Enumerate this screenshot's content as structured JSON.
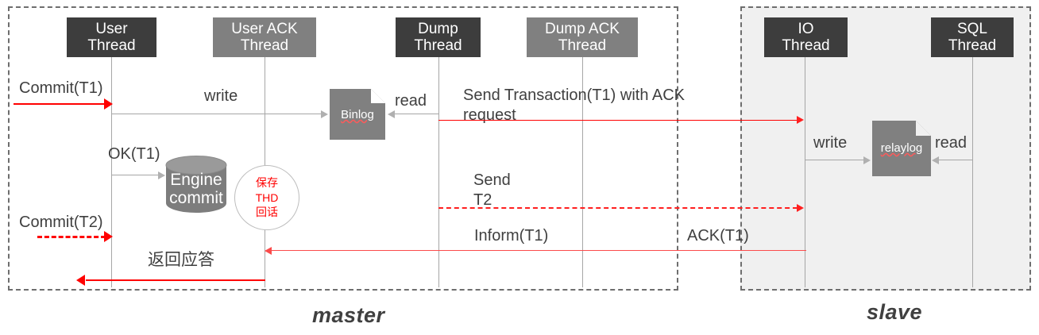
{
  "panels": {
    "master": {
      "label": "master"
    },
    "slave": {
      "label": "slave"
    }
  },
  "threads": [
    {
      "id": "user-thread",
      "label": "User\nThread",
      "side": "master",
      "style": "dark"
    },
    {
      "id": "user-ack-thread",
      "label": "User ACK\nThread",
      "side": "master",
      "style": "grey"
    },
    {
      "id": "dump-thread",
      "label": "Dump\nThread",
      "side": "master",
      "style": "dark"
    },
    {
      "id": "dump-ack-thread",
      "label": "Dump ACK\nThread",
      "side": "master",
      "style": "grey"
    },
    {
      "id": "io-thread",
      "label": "IO\nThread",
      "side": "slave",
      "style": "dark"
    },
    {
      "id": "sql-thread",
      "label": "SQL\nThread",
      "side": "slave",
      "style": "dark"
    }
  ],
  "stores": [
    {
      "id": "binlog",
      "label": "Binlog"
    },
    {
      "id": "relaylog",
      "label": "relaylog"
    }
  ],
  "engine": {
    "label": "Engine\ncommit"
  },
  "thd_circle": {
    "label": "保存\nTHD\n回话"
  },
  "messages": [
    {
      "id": "commit-t1",
      "label": "Commit(T1)",
      "style": "solid-red"
    },
    {
      "id": "write",
      "label": "write",
      "style": "thin-grey"
    },
    {
      "id": "read-binlog",
      "label": "read",
      "style": "thin-grey"
    },
    {
      "id": "send-transaction",
      "label": "Send Transaction(T1)  with ACK\nrequest",
      "style": "solid-red"
    },
    {
      "id": "ok-t1",
      "label": "OK(T1)",
      "style": "thin-grey"
    },
    {
      "id": "write-relaylog",
      "label": "write",
      "style": "thin-grey"
    },
    {
      "id": "read-relaylog",
      "label": "read",
      "style": "thin-grey"
    },
    {
      "id": "send-t2",
      "label": "Send\nT2",
      "style": "dashed-red"
    },
    {
      "id": "commit-t2",
      "label": "Commit(T2)",
      "style": "dashed-red"
    },
    {
      "id": "inform-t1",
      "label": "Inform(T1)",
      "style": "solid-red"
    },
    {
      "id": "ack-t1",
      "label": "ACK(T1)",
      "style": "solid-red"
    },
    {
      "id": "return-response",
      "label": "返回应答",
      "style": "solid-red"
    }
  ],
  "colors": {
    "dark_box": "#3d3d3d",
    "grey_box": "#808080",
    "red": "#ff0000",
    "light_red": "#fb4b4b",
    "lifeline": "#a6a6a6",
    "panel_border": "#6e6e6e",
    "slave_bg": "#f0f0f0",
    "store_fill": "#808080",
    "text": "#3f3f3f"
  }
}
